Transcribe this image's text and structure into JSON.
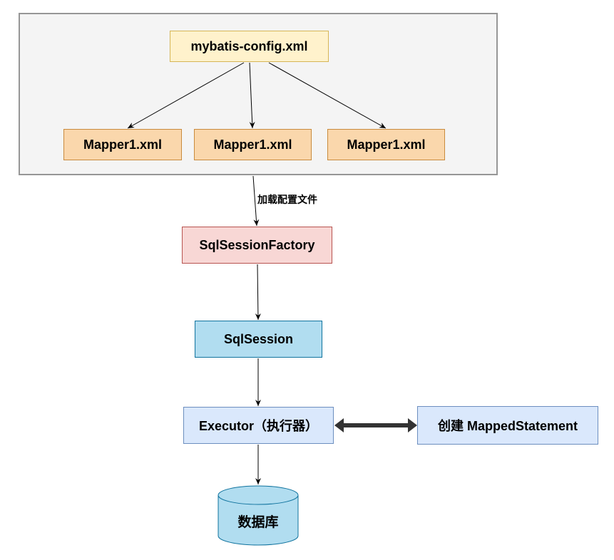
{
  "diagram": {
    "group": {
      "label": ""
    },
    "nodes": {
      "config": {
        "label": "mybatis-config.xml",
        "fill": "#fff2cc",
        "stroke": "#d6b656"
      },
      "mappers": [
        {
          "label": "Mapper1.xml",
          "fill": "#fad7ac",
          "stroke": "#c98b3d"
        },
        {
          "label": "Mapper1.xml",
          "fill": "#fad7ac",
          "stroke": "#c98b3d"
        },
        {
          "label": "Mapper1.xml",
          "fill": "#fad7ac",
          "stroke": "#c98b3d"
        }
      ],
      "factory": {
        "label": "SqlSessionFactory",
        "fill": "#f8d7d5",
        "stroke": "#b85450"
      },
      "session": {
        "label": "SqlSession",
        "fill": "#b1ddf0",
        "stroke": "#10739e"
      },
      "executor": {
        "label": "Executor（执行器）",
        "fill": "#dae8fc",
        "stroke": "#6c8ebf"
      },
      "mapped_statement": {
        "label": "创建 MappedStatement",
        "fill": "#dae8fc",
        "stroke": "#6c8ebf"
      },
      "database": {
        "label": "数据库",
        "shape": "cylinder",
        "fill": "#b1ddf0",
        "stroke": "#10739e"
      }
    },
    "edges": [
      {
        "from": "config",
        "to": "mapper-0",
        "label": ""
      },
      {
        "from": "config",
        "to": "mapper-1",
        "label": ""
      },
      {
        "from": "config",
        "to": "mapper-2",
        "label": ""
      },
      {
        "from": "group",
        "to": "factory",
        "label": "加载配置文件"
      },
      {
        "from": "factory",
        "to": "session",
        "label": ""
      },
      {
        "from": "session",
        "to": "executor",
        "label": ""
      },
      {
        "from": "executor",
        "to": "mapped_statement",
        "label": "",
        "bidirectional": true
      },
      {
        "from": "executor",
        "to": "database",
        "label": ""
      }
    ]
  }
}
